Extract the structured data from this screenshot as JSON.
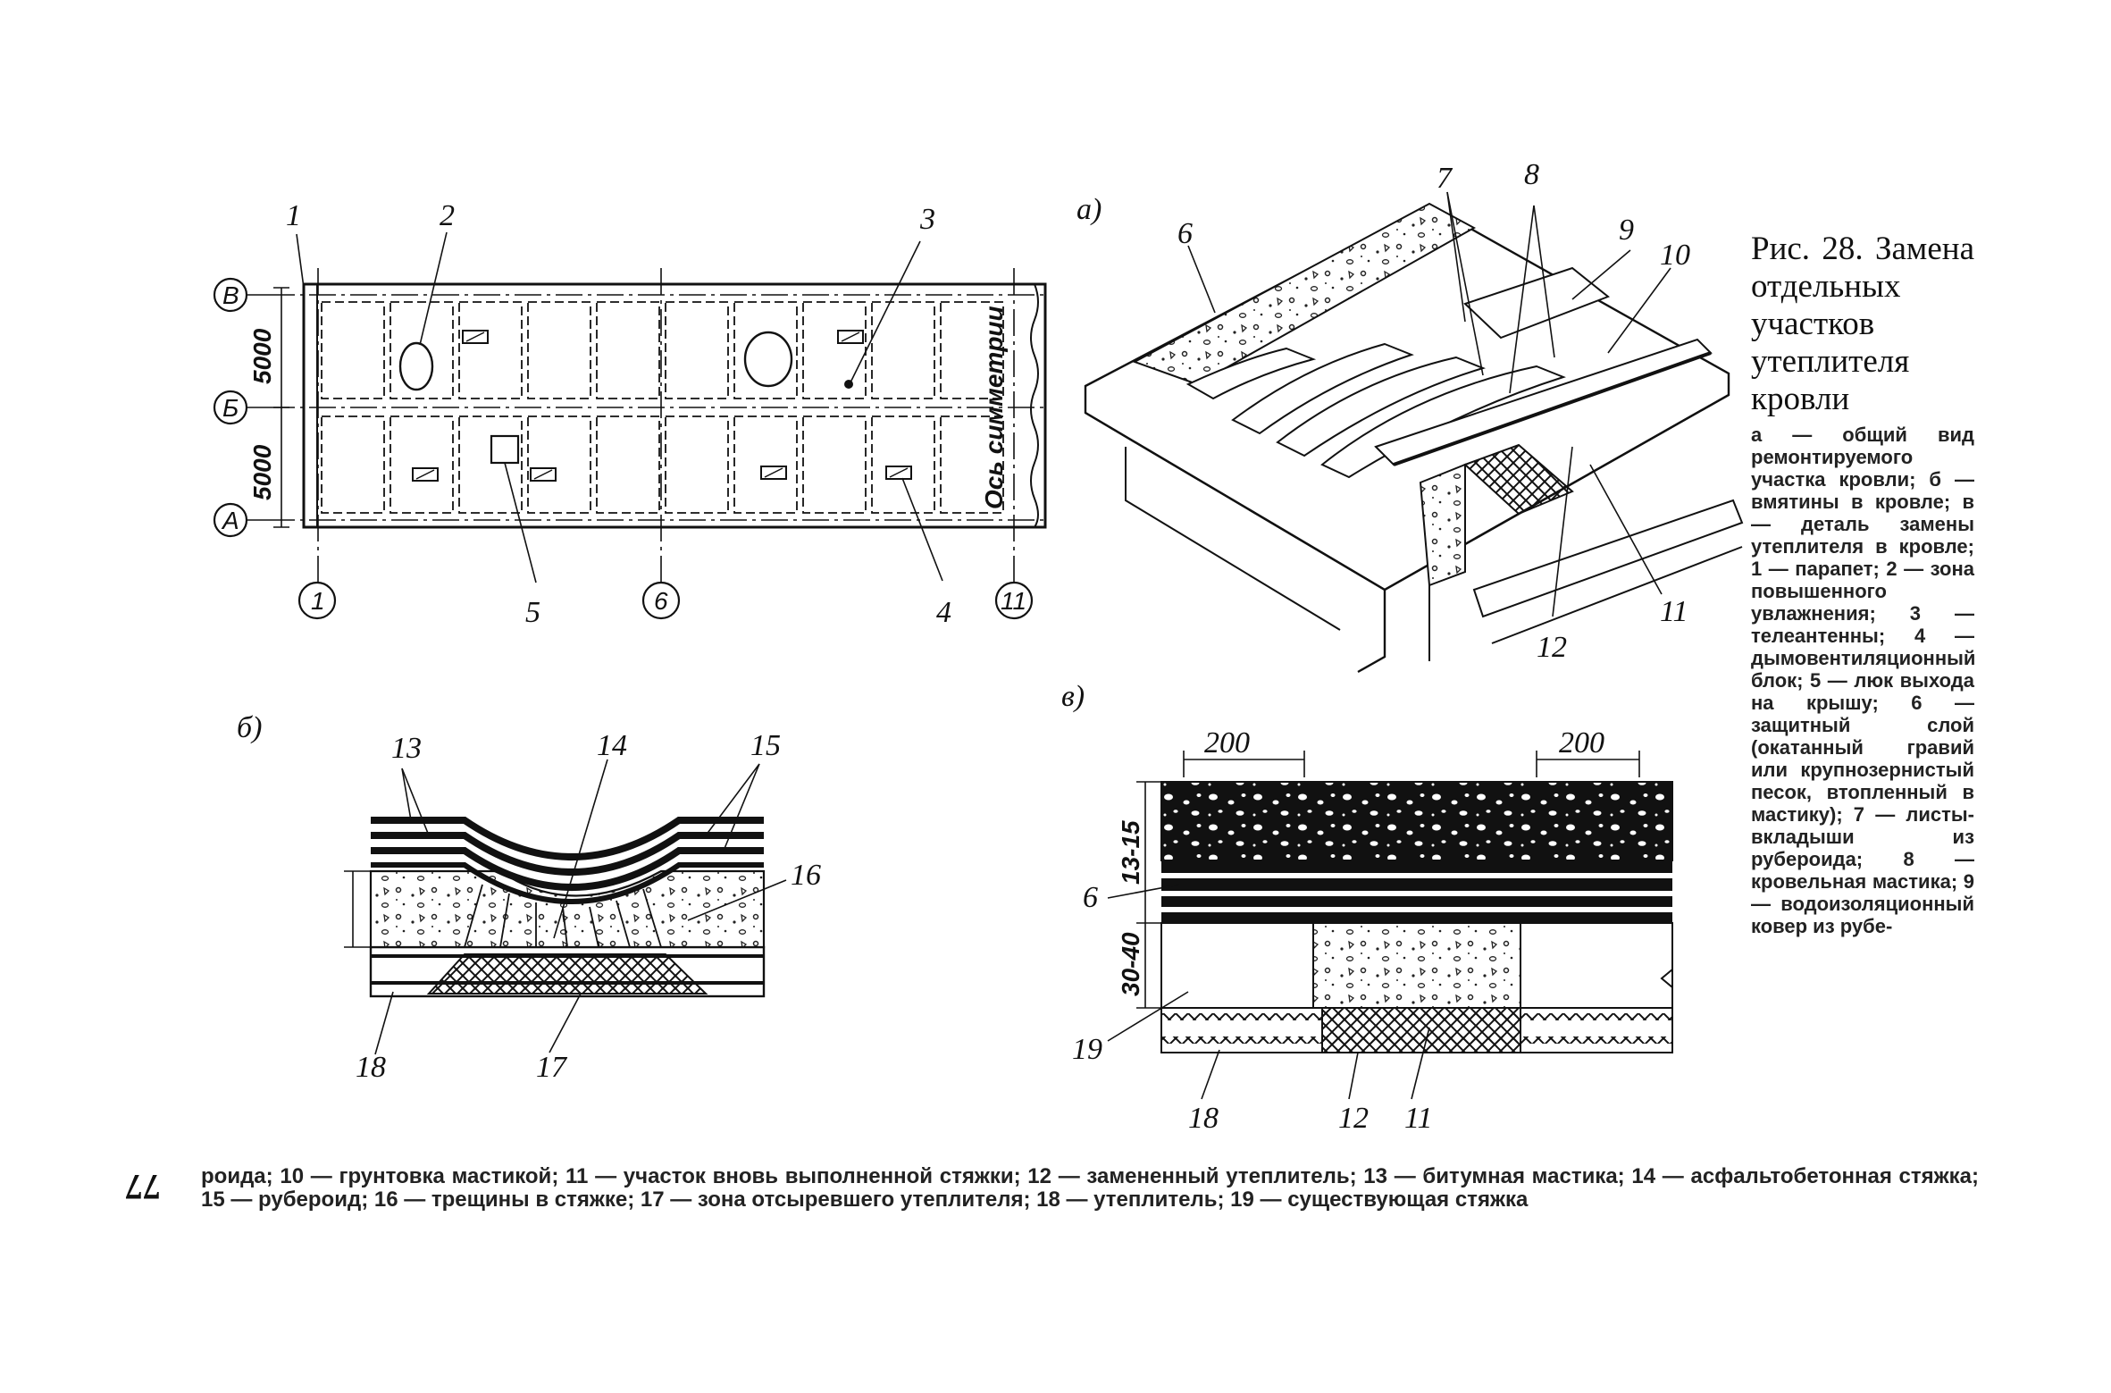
{
  "page_number": "77",
  "figure": {
    "axis_labels": {
      "V": "В",
      "B": "Б",
      "A": "А",
      "c1": "1",
      "c6": "6",
      "c11": "11"
    },
    "dim_5000_top": "5000",
    "dim_5000_bottom": "5000",
    "symmetry_axis": "Ось симметрии",
    "plan_labels": {
      "n1": "1",
      "n2": "2",
      "n3": "3",
      "n4": "4",
      "n5": "5"
    },
    "view_a": {
      "tag": "а)",
      "n6": "6",
      "n7": "7",
      "n8": "8",
      "n9": "9",
      "n10": "10",
      "n11": "11",
      "n12": "12"
    },
    "view_b": {
      "tag": "б)",
      "n13": "13",
      "n14": "14",
      "n15": "15",
      "n16": "16",
      "n17": "17",
      "n18": "18"
    },
    "view_v": {
      "tag": "в)",
      "dim200_left": "200",
      "dim200_right": "200",
      "dim_13_15": "13-15",
      "dim_30_40": "30-40",
      "n6": "6",
      "n19": "19",
      "n18": "18",
      "n12": "12",
      "n11": "11"
    }
  },
  "caption": {
    "title": "Рис. 28. Замена отдельных участков утеплителя кровли",
    "side_body": "а — общий вид ремонтируемого участка кровли; б — вмятины в кровле; в — деталь замены утеплителя в кровле; 1 — парапет; 2 — зона повышенного увлажнения; 3 — телеантенны; 4 — дымовентиляционный блок; 5 — люк выхода на крышу; 6 — защитный слой (окатанный гравий или крупнозернистый песок, втопленный в мастику); 7 — листы-вкладыши из рубероида; 8 — кровельная мастика; 9 — водоизоляционный ковер из рубе-",
    "bottom_body": "роида; 10 — грунтовка мастикой; 11 — участок вновь выполненной стяжки; 12 — замененный утеплитель; 13 — битумная мастика; 14 — асфальтобетонная стяжка; 15 — рубероид; 16 — трещины в стяжке; 17 — зона отсыревшего утеплителя; 18 — утеплитель; 19 — существующая стяжка"
  }
}
